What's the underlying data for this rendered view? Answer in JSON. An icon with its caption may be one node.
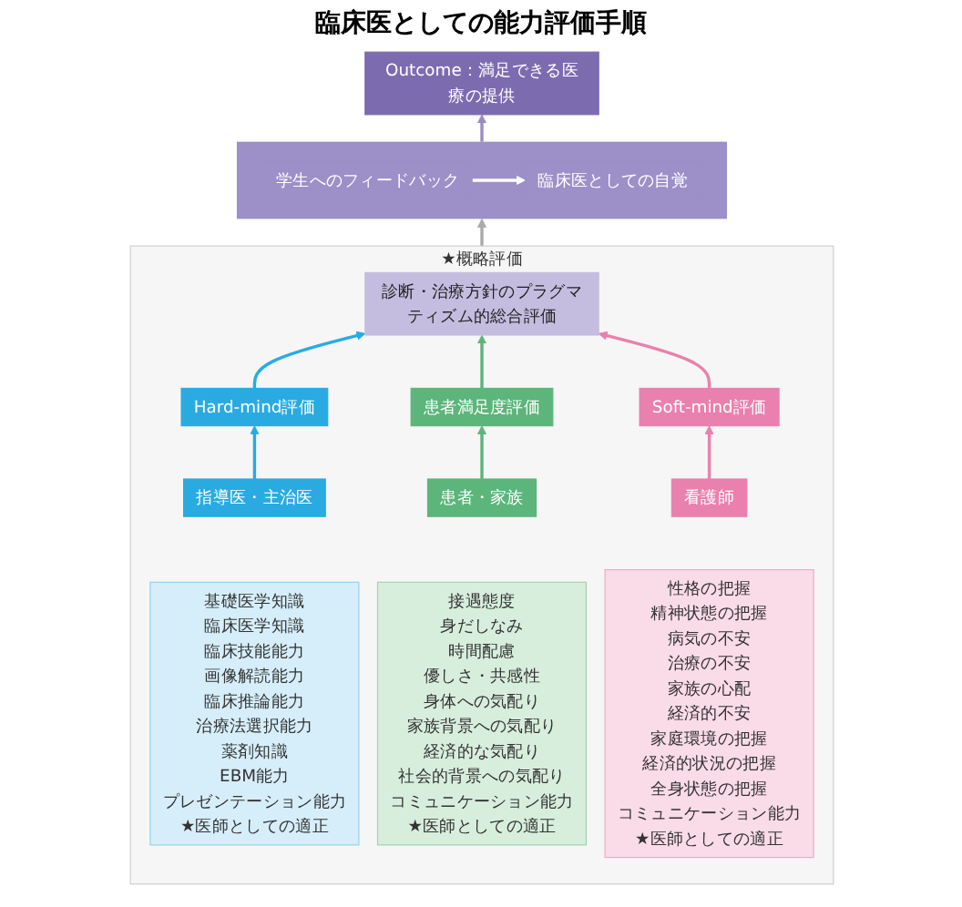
{
  "diagram": {
    "title": "臨床医としての能力評価手順",
    "nodes": [
      {
        "text": [
          "Outcome：満足できる医療の提供"
        ]
      },
      {
        "text": [],
        "shape": "bar"
      },
      {
        "text": [
          "学生へのフィードバック"
        ],
        "in": 1
      },
      {
        "text": [
          "臨床医としての自覚"
        ],
        "in": 1
      },
      {
        "text": [
          "★概略評価"
        ]
      },
      {
        "text": [
          "診断・治療方針のプラグマティズム的総合評価"
        ],
        "in": 4
      },
      {
        "text": [
          "Hard-mind評価"
        ],
        "in": 4
      },
      {
        "text": [
          "患者満足度評価"
        ],
        "in": 4
      },
      {
        "text": [
          "Soft-mind評価"
        ],
        "in": 4
      },
      {
        "text": [
          "指導医・主治医"
        ],
        "in": 4
      },
      {
        "text": [
          "患者・家族"
        ],
        "in": 4
      },
      {
        "text": [
          "看護師"
        ],
        "in": 4
      },
      {
        "text": [
          "基礎医学知識",
          "臨床医学知識",
          "臨床技能能力",
          "画像解読能力",
          "臨床推論能力",
          "治療法選択能力",
          "薬剤知識",
          "EBM能力",
          "プレゼンテーション能力",
          "★医師としての適正"
        ],
        "in": 4
      },
      {
        "text": [
          "接遇態度",
          "身だしなみ",
          "時間配慮",
          "優しさ・共感性",
          "身体への気配り",
          "家族背景への気配り",
          "経済的な気配り",
          "社会的背景への気配り",
          "コミュニケーション能力",
          "★医師としての適正"
        ],
        "in": 4
      },
      {
        "text": [
          "性格の把握",
          "精神状態の把握",
          "病気の不安",
          "治療の不安",
          "家族の心配",
          "経済的不安",
          "家庭環境の把握",
          "経済的状況の把握",
          "全身状態の把握",
          "コミュニケーション能力",
          "★医師としての適正"
        ],
        "in": 4
      }
    ],
    "edges": [
      {
        "from": 9,
        "to": 6,
        "arrow": "to",
        "color": "#29abe2"
      },
      {
        "from": 10,
        "to": 7,
        "arrow": "to",
        "color": "#5cb57a"
      },
      {
        "from": 11,
        "to": 8,
        "arrow": "to",
        "color": "#e980ad"
      },
      {
        "from": 6,
        "to": 5,
        "arrow": "to",
        "color": "#29abe2"
      },
      {
        "from": 7,
        "to": 5,
        "arrow": "to",
        "color": "#5cb57a"
      },
      {
        "from": 8,
        "to": 5,
        "arrow": "to",
        "color": "#e980ad"
      },
      {
        "from": 4,
        "to": 1,
        "arrow": "to",
        "color": "#aaaaaa"
      },
      {
        "from": 1,
        "to": 0,
        "arrow": "to",
        "color": "#9b8cc4"
      },
      {
        "from": 2,
        "to": 3,
        "arrow": "to",
        "color": "#ffffff"
      }
    ]
  }
}
